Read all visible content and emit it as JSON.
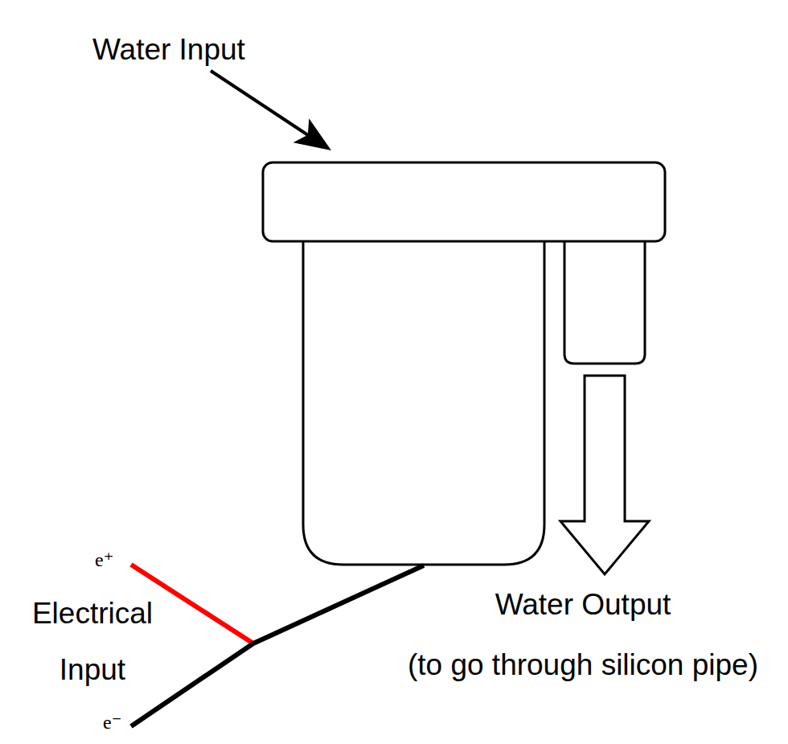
{
  "diagram": {
    "labels": [
      "Water Input",
      "e⁺",
      "Electrical Input",
      "e⁻",
      "Water Output",
      "(to go through silicon pipe)"
    ]
  }
}
